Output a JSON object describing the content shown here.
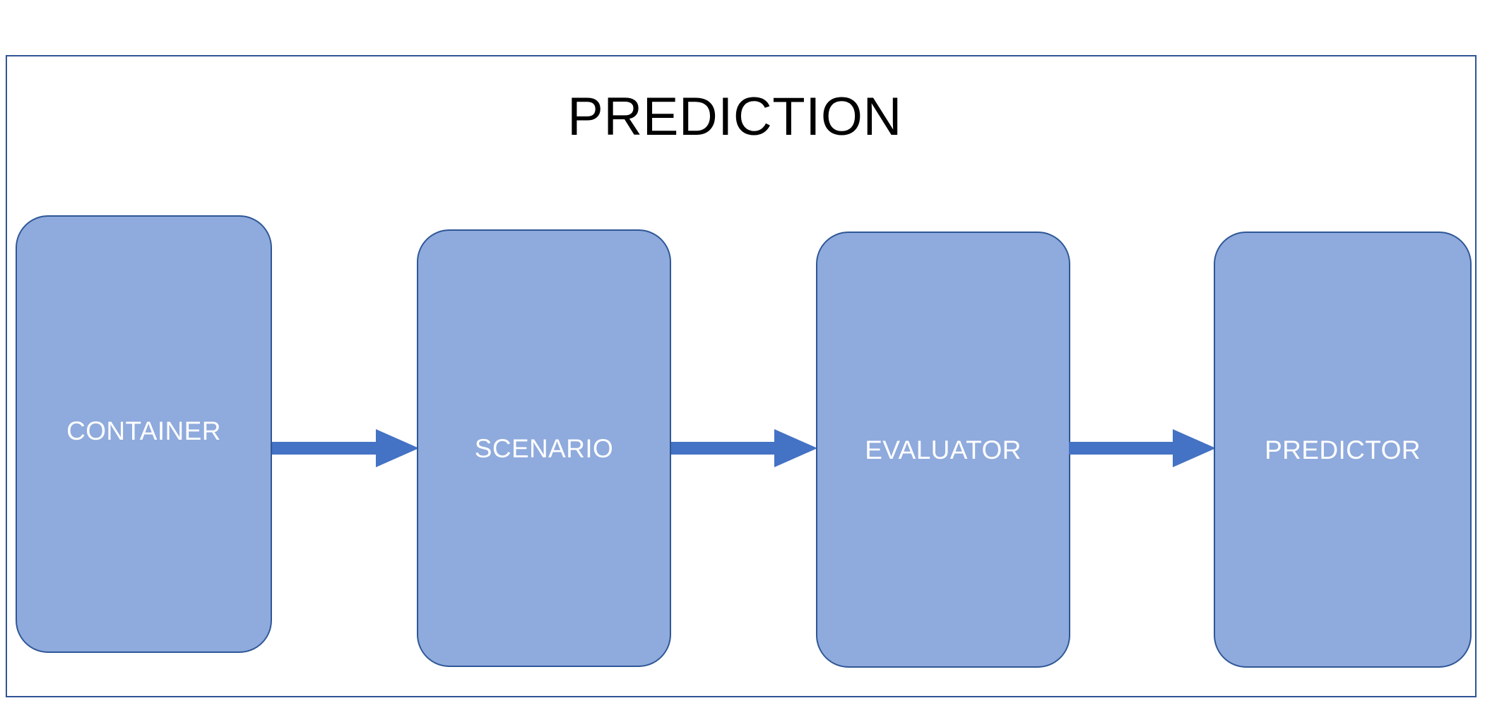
{
  "diagram": {
    "title": "PREDICTION",
    "type": "process-flow",
    "orientation": "horizontal",
    "background_color": "#FFFFFF",
    "frame": {
      "border_color": "#2F5496",
      "fill": "none"
    },
    "title_color": "#000000",
    "node_style": {
      "fill_color": "#8FAADC",
      "border_color": "#2E5797",
      "label_color": "#FFFFFF",
      "shape": "rounded-rectangle"
    },
    "arrow_style": {
      "fill_color": "#4472C4",
      "shape": "block-arrow-right"
    },
    "nodes": [
      {
        "id": "container",
        "label": "CONTAINER",
        "order": 1
      },
      {
        "id": "scenario",
        "label": "SCENARIO",
        "order": 2
      },
      {
        "id": "evaluator",
        "label": "EVALUATOR",
        "order": 3
      },
      {
        "id": "predictor",
        "label": "PREDICTOR",
        "order": 4
      }
    ],
    "connectors": [
      {
        "id": "arrow-container-scenario",
        "from": "CONTAINER",
        "to": "SCENARIO",
        "direction": "right"
      },
      {
        "id": "arrow-scenario-evaluator",
        "from": "SCENARIO",
        "to": "EVALUATOR",
        "direction": "right"
      },
      {
        "id": "arrow-evaluator-predictor",
        "from": "EVALUATOR",
        "to": "PREDICTOR",
        "direction": "right"
      }
    ]
  }
}
